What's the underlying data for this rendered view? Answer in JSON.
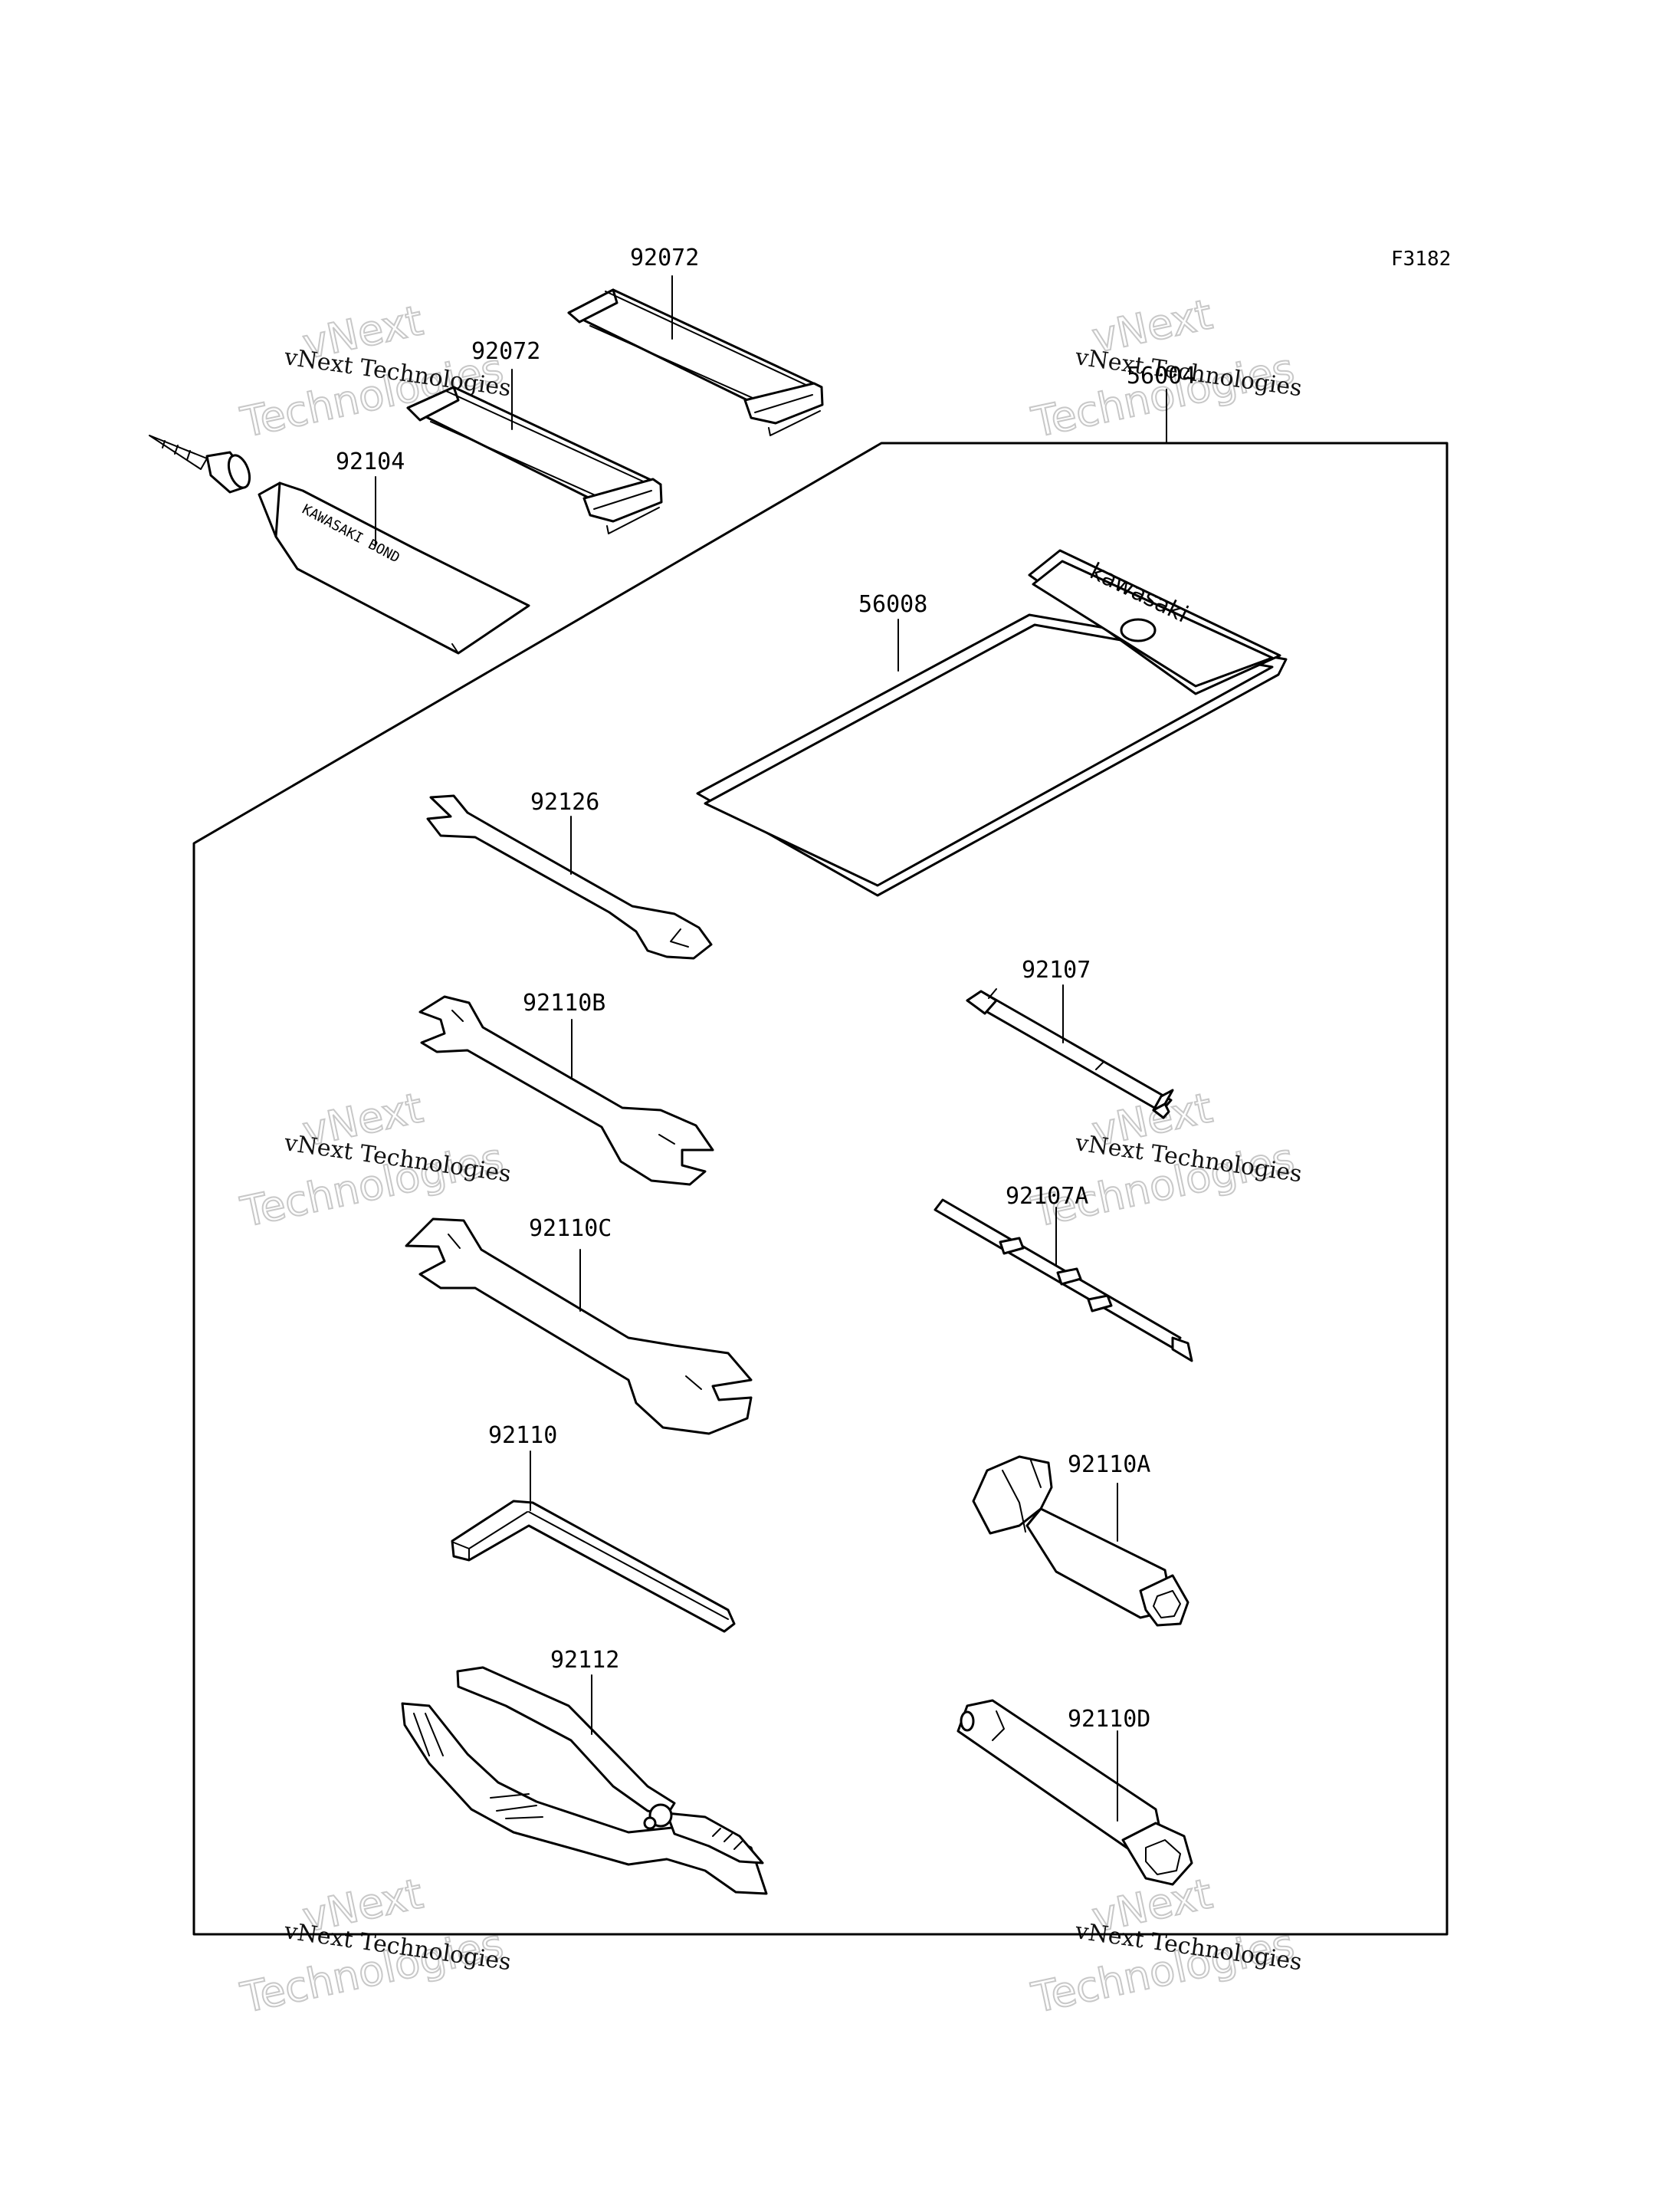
{
  "figure_code": "F3182",
  "watermark": {
    "line_small": "vNext Technologies",
    "line_big_1": "vNext",
    "line_big_2": "Technologies"
  },
  "parts": {
    "strap_top": "92072",
    "strap_mid": "92072",
    "bond_tube": "92104",
    "tube_label": "KAWASAKI BOND",
    "tool_kit": "56004",
    "tool_bag": "56008",
    "bag_brand": "kawasaki",
    "wrench_small": "92126",
    "wrench_b": "92110B",
    "wrench_c": "92110C",
    "hex_key": "92110",
    "pliers": "92112",
    "screwdriver_handle": "92107",
    "screwdriver_bit": "92107A",
    "box_wrench": "92110A",
    "plug_wrench": "92110D"
  }
}
